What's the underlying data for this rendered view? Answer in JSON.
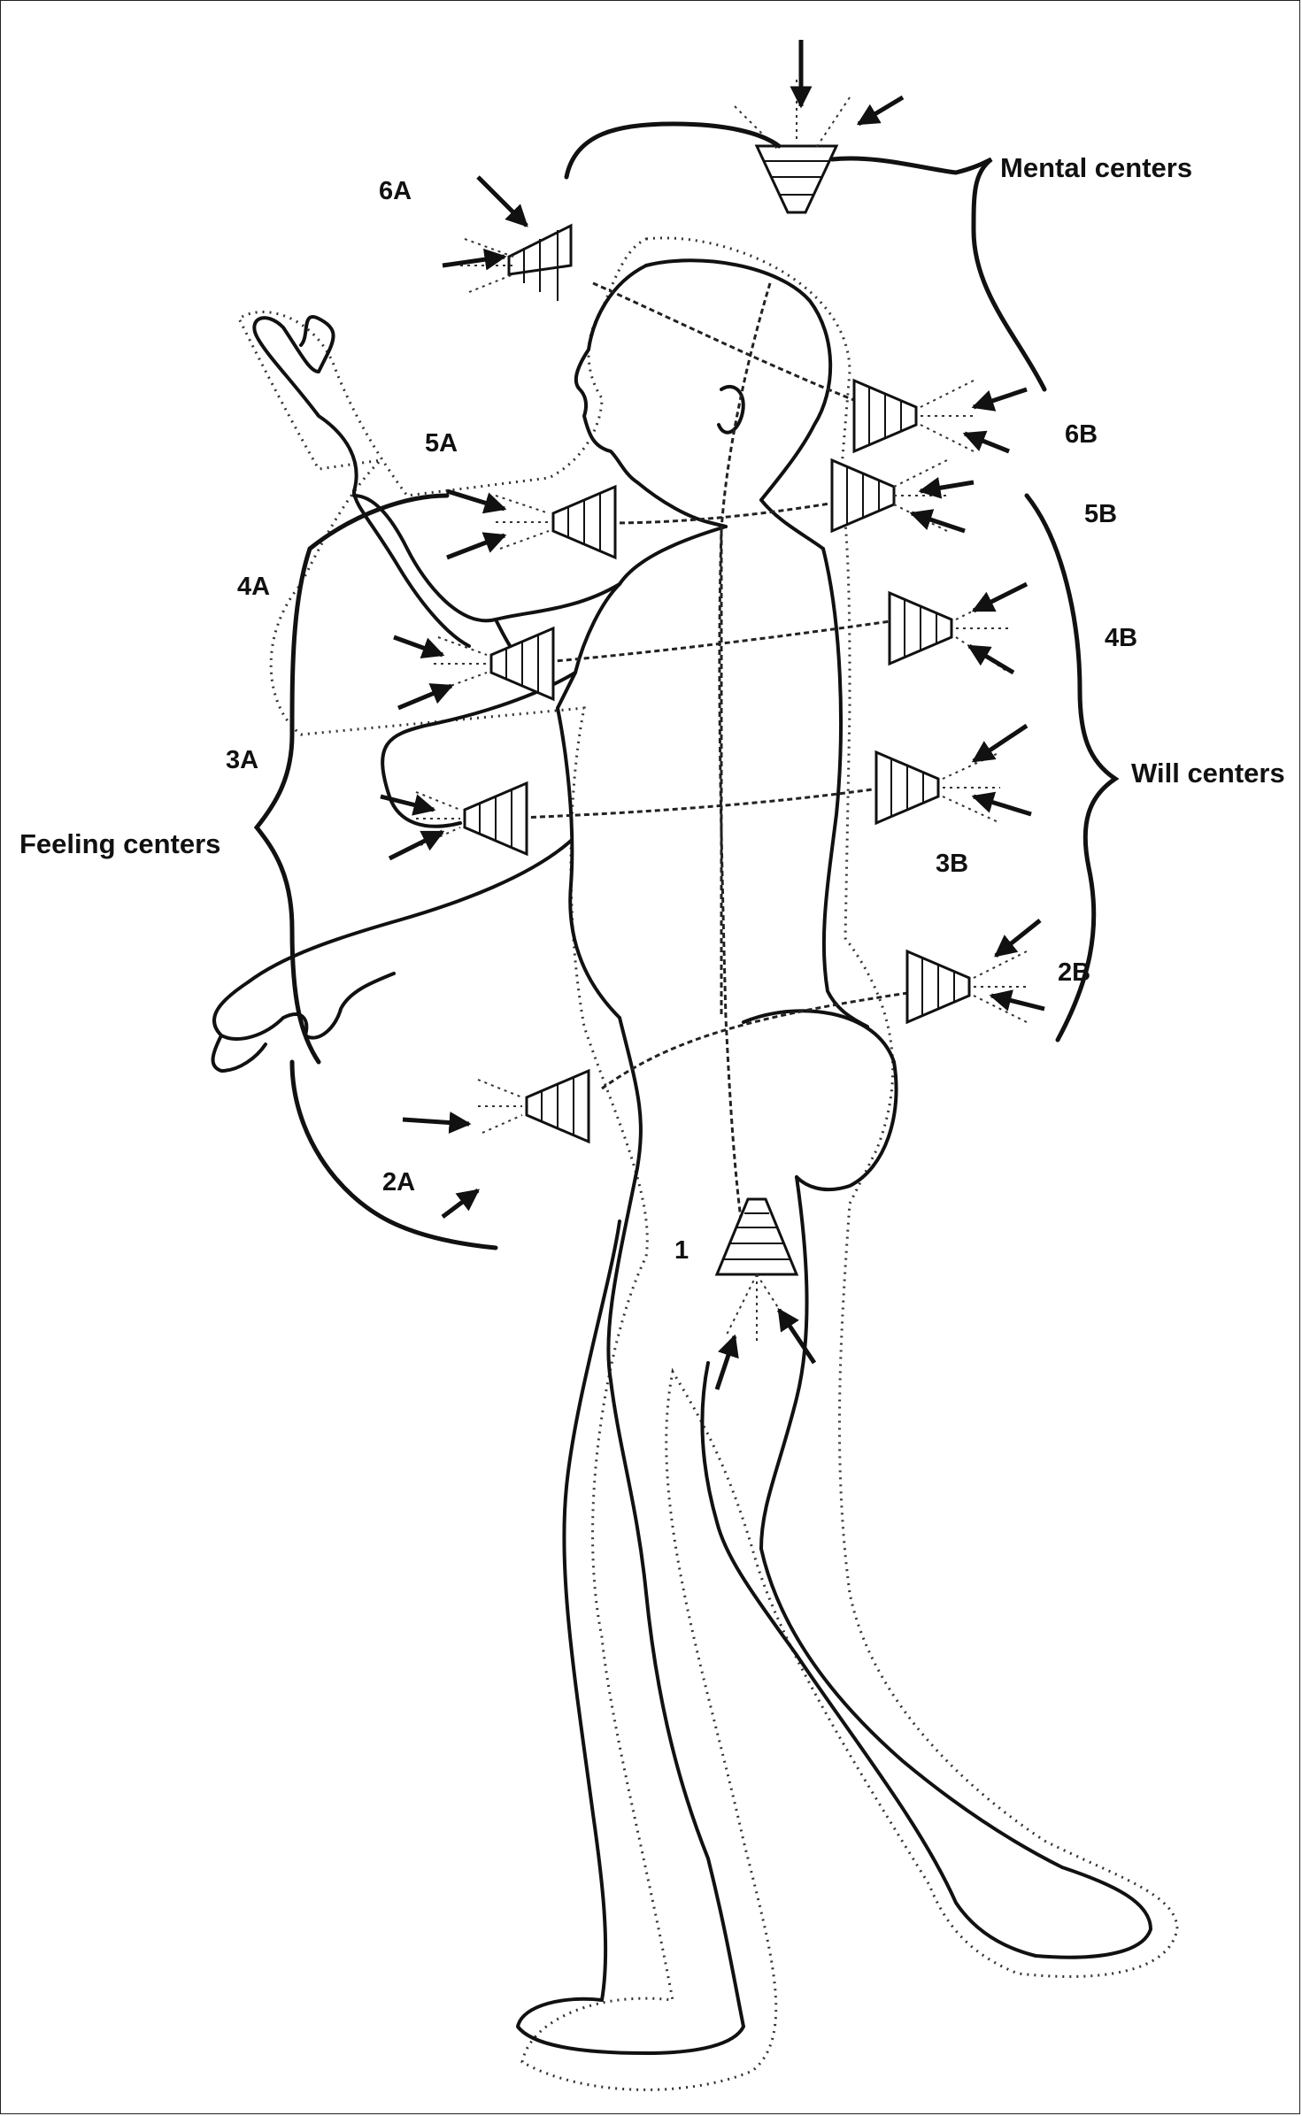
{
  "labels": {
    "mental_centers": "Mental centers",
    "feeling_centers": "Feeling centers",
    "will_centers": "Will centers",
    "c6A": "6A",
    "c6B": "6B",
    "c5A": "5A",
    "c5B": "5B",
    "c4A": "4A",
    "c4B": "4B",
    "c3A": "3A",
    "c3B": "3B",
    "c2A": "2A",
    "c2B": "2B",
    "c1": "1"
  },
  "colors": {
    "ink": "#111111",
    "background": "#ffffff"
  }
}
